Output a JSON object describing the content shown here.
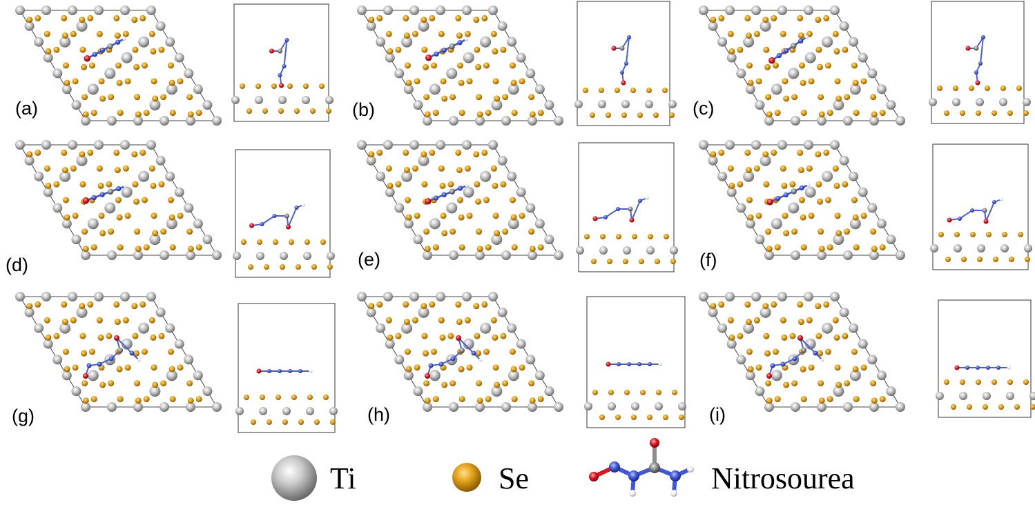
{
  "panels": [
    {
      "label": "(a)",
      "view": "vertical",
      "angle": -28
    },
    {
      "label": "(b)",
      "view": "vertical",
      "angle": -26
    },
    {
      "label": "(c)",
      "view": "vertical",
      "angle": -34
    },
    {
      "label": "(d)",
      "view": "tilted",
      "angle": -20
    },
    {
      "label": "(e)",
      "view": "tilted",
      "angle": -22
    },
    {
      "label": "(f)",
      "view": "tilted",
      "angle": -24
    },
    {
      "label": "(g)",
      "view": "flat",
      "angle": 0
    },
    {
      "label": "(h)",
      "view": "flat",
      "angle": 0
    },
    {
      "label": "(i)",
      "view": "flat",
      "angle": 0
    }
  ],
  "legend": {
    "ti": {
      "label": "Ti",
      "color": "#b4b4b4"
    },
    "se": {
      "label": "Se",
      "color": "#e0a21c"
    },
    "molecule": {
      "label": "Nitrosourea"
    }
  },
  "colors": {
    "ti": "#b4b4b4",
    "se": "#e0a21c",
    "nitrogen": "#3f57d8",
    "oxygen": "#e0141e",
    "carbon": "#8c8c8c",
    "hydrogen": "#f2f2f2",
    "cell_edge": "#444444"
  }
}
